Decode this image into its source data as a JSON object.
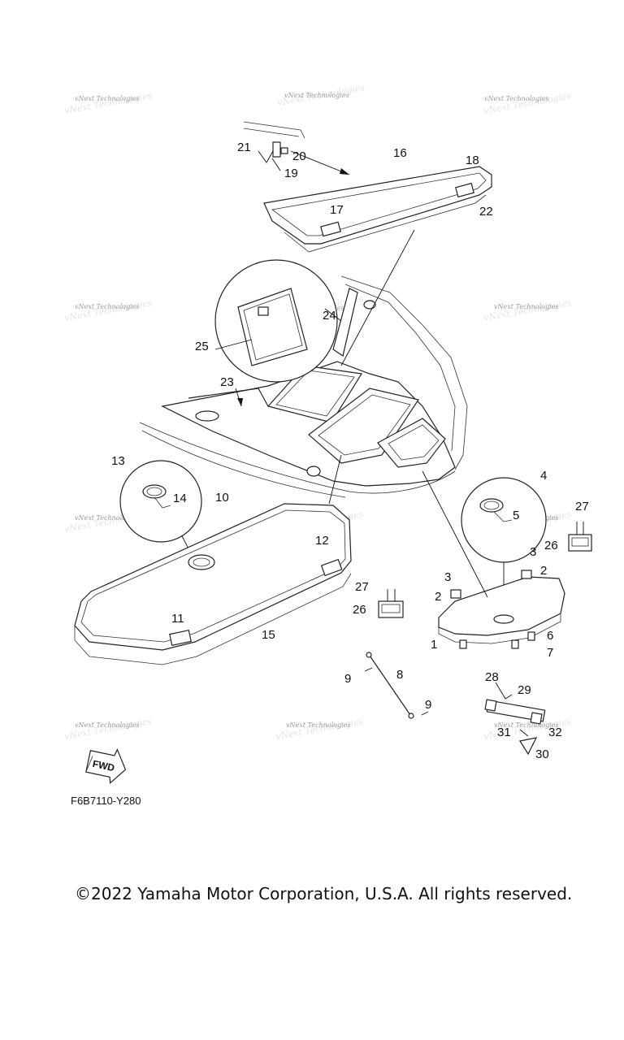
{
  "callouts": [
    "21",
    "20",
    "19",
    "16",
    "18",
    "17",
    "22",
    "24",
    "25",
    "23",
    "13",
    "14",
    "10",
    "12",
    "15",
    "11",
    "4",
    "27",
    "26",
    "3",
    "2",
    "3",
    "2",
    "1",
    "6",
    "7",
    "27",
    "26",
    "5",
    "9",
    "8",
    "9",
    "28",
    "29",
    "31",
    "32",
    "30"
  ],
  "watermark": "vNext Technologies",
  "fwd_label": "FWD",
  "drawing_code": "F6B7110-Y280",
  "copyright": "©2022 Yamaha Motor Corporation, U.S.A. All rights reserved."
}
